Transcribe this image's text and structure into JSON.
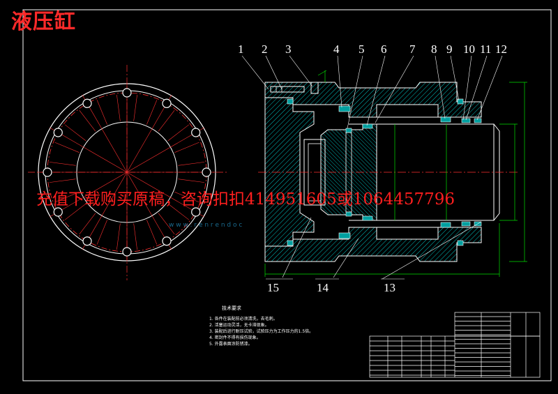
{
  "title": "液压缸",
  "watermark": "充值下载购买原稿，咨询扣扣414951605或1064457796",
  "site_watermark": "w w w . r e n r e n d o c",
  "balloons": [
    "1",
    "2",
    "3",
    "4",
    "5",
    "6",
    "7",
    "8",
    "9",
    "10",
    "11",
    "12",
    "13",
    "14",
    "15"
  ],
  "tech_requirements": {
    "title": "技术要求",
    "items": [
      "1. 各件在装配前必须清洗，去毛刺。",
      "2. 活塞运动灵活，无卡滞现象。",
      "3. 装配后进行耐压试验，试验压力为工作压力的1.5倍。",
      "4. 密封件不得有损伤现象。",
      "5. 外露表面涂防锈漆。"
    ]
  },
  "colors": {
    "background": "#000000",
    "outline": "#ffffff",
    "hatch": "#00ffff",
    "centerline": "#ff2020",
    "dimension": "#00ff00",
    "seal": "#00bfbf",
    "watermark": "#ff1f1f"
  }
}
